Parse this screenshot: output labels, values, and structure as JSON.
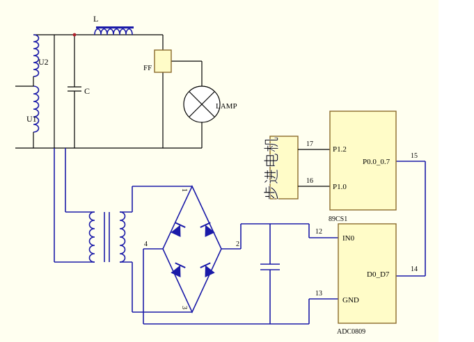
{
  "colors": {
    "background": "#ffffff",
    "panel": "#fffff0",
    "chip_fill": "#fffcc8",
    "chip_stroke": "#8a6a2a",
    "wire_black": "#000000",
    "wire_blue": "#1a1aa8",
    "diode": "#1a1aa8",
    "junction_dot": "#b0202a"
  },
  "labels": {
    "inductor": "L",
    "u2": "U2",
    "u1": "U1",
    "capacitor": "C",
    "ff": "FF",
    "lamp": "LAMP",
    "bridge_pin_1": "1",
    "bridge_pin_2": "2",
    "bridge_pin_3": "3",
    "bridge_pin_4": "4"
  },
  "stepper": {
    "label": "步进电机",
    "pin_upper": "17",
    "pin_lower": "16"
  },
  "mcu": {
    "name": "89CS1",
    "pin_p12": "P1.2",
    "pin_p10": "P1.0",
    "pin_p0": "P0.0_0.7",
    "pin_num_p0": "15"
  },
  "adc": {
    "name": "ADC0809",
    "pin_in0": "IN0",
    "pin_num_in0": "12",
    "pin_gnd": "GND",
    "pin_num_gnd": "13",
    "pin_d0": "D0_D7",
    "pin_num_d0": "14"
  }
}
